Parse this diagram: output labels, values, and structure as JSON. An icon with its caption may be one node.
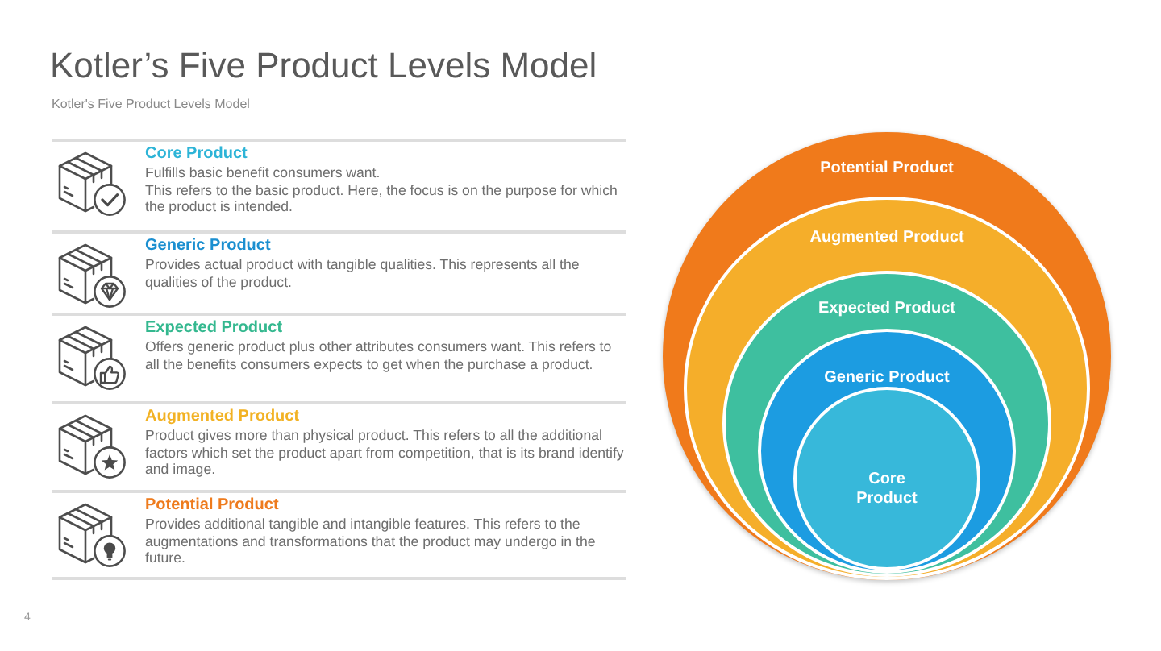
{
  "diagram": {
    "title": "Kotler’s Five Product Levels Model",
    "nodes": [
      {
        "text": [
          "Potential Product"
        ]
      },
      {
        "text": [
          "Augmented Product"
        ],
        "in": 0
      },
      {
        "text": [
          "Expected Product"
        ],
        "in": 1
      },
      {
        "text": [
          "Generic Product"
        ],
        "in": 2
      },
      {
        "text": [
          "Core Product"
        ],
        "in": 3
      }
    ],
    "labels": [
      "Kotler's Five Product Levels Model",
      "Core Product",
      "Fulfills basic benefit consumers want.",
      "This refers to the basic product. Here, the focus is on the purpose for which the product is intended.",
      "Generic Product",
      "Provides actual product with tangible qualities. This represents all the qualities of the product.",
      "Expected Product",
      "Offers generic product plus other attributes consumers want. This refers to all the benefits consumers expects to get when the purchase a product.",
      "Augmented Product",
      "Product gives more than physical product. This refers to all the additional factors which set the product apart from competition, that is its brand identify and image.",
      "Potential Product",
      "Provides additional tangible and intangible features. This refers to the augmentations and transformations that the product may undergo in the future.",
      "4"
    ]
  }
}
